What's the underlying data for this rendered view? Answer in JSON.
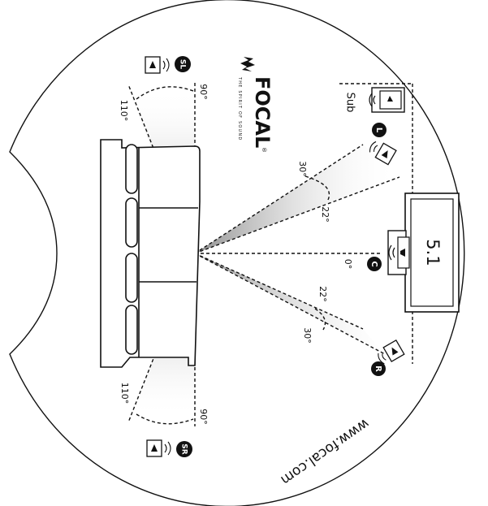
{
  "brand": {
    "name": "FOCAL",
    "registered_mark": "®",
    "tagline": "THE SPIRIT OF SOUND",
    "website": "www.focal.com"
  },
  "setup": {
    "format": "5.1",
    "sub_label": "Sub"
  },
  "speakers": {
    "left": "L",
    "center": "C",
    "right": "R",
    "surround_left": "SL",
    "surround_right": "SR"
  },
  "angles": {
    "center": "0°",
    "front_inner_left": "22°",
    "front_outer_left": "30°",
    "front_inner_right": "22°",
    "front_outer_right": "30°",
    "surround_left_side": "90°",
    "surround_left_rear": "110°",
    "surround_right_side": "90°",
    "surround_right_rear": "110°"
  },
  "colors": {
    "ink": "#111111",
    "cone": "#9a9a9a",
    "background": "#ffffff"
  }
}
